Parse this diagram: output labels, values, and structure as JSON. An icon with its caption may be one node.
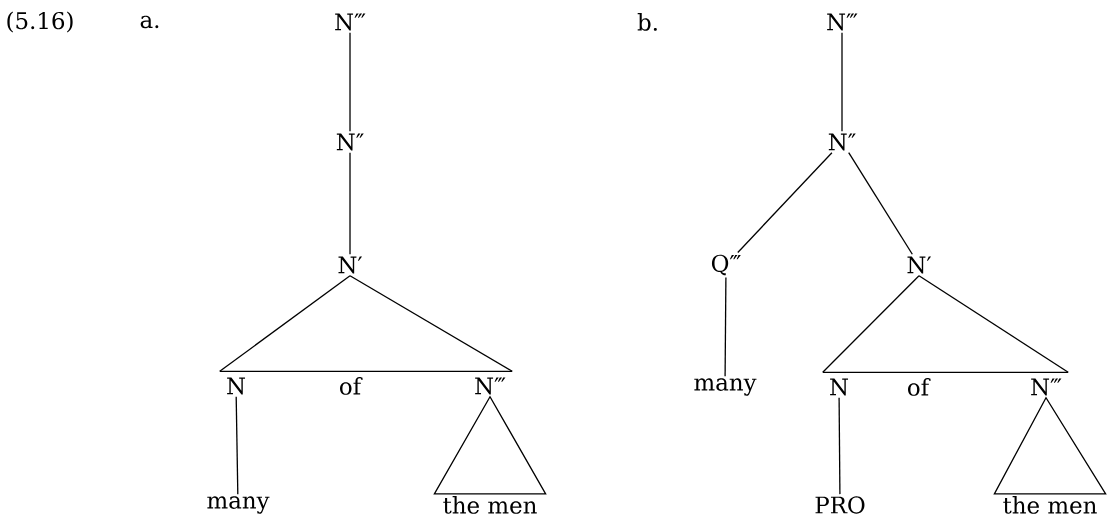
{
  "diagram": {
    "nodes": [
      {
        "text": [
          "N‴"
        ]
      },
      {
        "text": [
          "N″"
        ]
      },
      {
        "text": [
          "N′"
        ]
      },
      {
        "text": [
          "N"
        ]
      },
      {
        "text": [
          "of"
        ]
      },
      {
        "text": [
          "N‴"
        ]
      },
      {
        "text": [
          "many"
        ]
      },
      {
        "text": [
          "the men"
        ]
      },
      {
        "text": [
          "N‴"
        ]
      },
      {
        "text": [
          "N″"
        ]
      },
      {
        "text": [
          "Q‴"
        ]
      },
      {
        "text": [
          "N′"
        ]
      },
      {
        "text": [
          "many"
        ]
      },
      {
        "text": [
          "N"
        ]
      },
      {
        "text": [
          "of"
        ]
      },
      {
        "text": [
          "N‴"
        ]
      },
      {
        "text": [
          "PRO"
        ]
      },
      {
        "text": [
          "the men"
        ]
      }
    ],
    "edges": [
      {
        "from": 0,
        "to": 1,
        "arrow": "none"
      },
      {
        "from": 1,
        "to": 2,
        "arrow": "none"
      },
      {
        "from": 2,
        "to": 3,
        "arrow": "none"
      },
      {
        "from": 2,
        "to": 5,
        "arrow": "none"
      },
      {
        "from": 3,
        "to": 5,
        "arrow": "none"
      },
      {
        "from": 3,
        "to": 6,
        "arrow": "none"
      },
      {
        "from": 5,
        "to": 7,
        "arrow": "none"
      },
      {
        "from": 8,
        "to": 9,
        "arrow": "none"
      },
      {
        "from": 9,
        "to": 10,
        "arrow": "none"
      },
      {
        "from": 9,
        "to": 11,
        "arrow": "none"
      },
      {
        "from": 10,
        "to": 12,
        "arrow": "none"
      },
      {
        "from": 11,
        "to": 13,
        "arrow": "none"
      },
      {
        "from": 11,
        "to": 15,
        "arrow": "none"
      },
      {
        "from": 13,
        "to": 15,
        "arrow": "none"
      },
      {
        "from": 13,
        "to": 16,
        "arrow": "none"
      },
      {
        "from": 15,
        "to": 17,
        "arrow": "none"
      }
    ],
    "labels": [
      "(5.16)",
      "a.",
      "b."
    ]
  }
}
